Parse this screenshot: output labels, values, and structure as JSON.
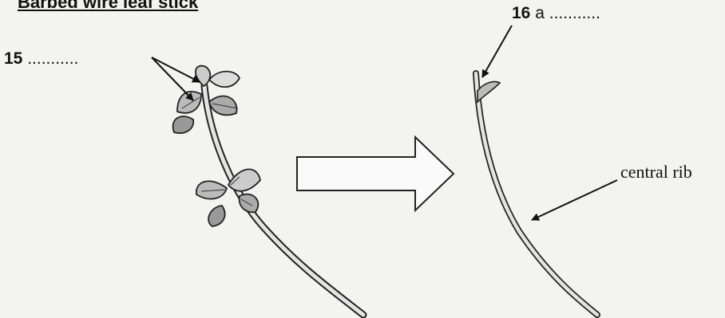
{
  "heading": "Barbed wire leaf stick",
  "labels": {
    "q15": {
      "number": "15",
      "blank": "..........."
    },
    "q16": {
      "number": "16",
      "letter": "a",
      "blank": "..........."
    },
    "central_rib": "central rib"
  },
  "icons": {
    "left": "leaf-stick-with-leaves",
    "arrow": "right-arrow-outline",
    "right": "barbed-stick-with-hook"
  }
}
